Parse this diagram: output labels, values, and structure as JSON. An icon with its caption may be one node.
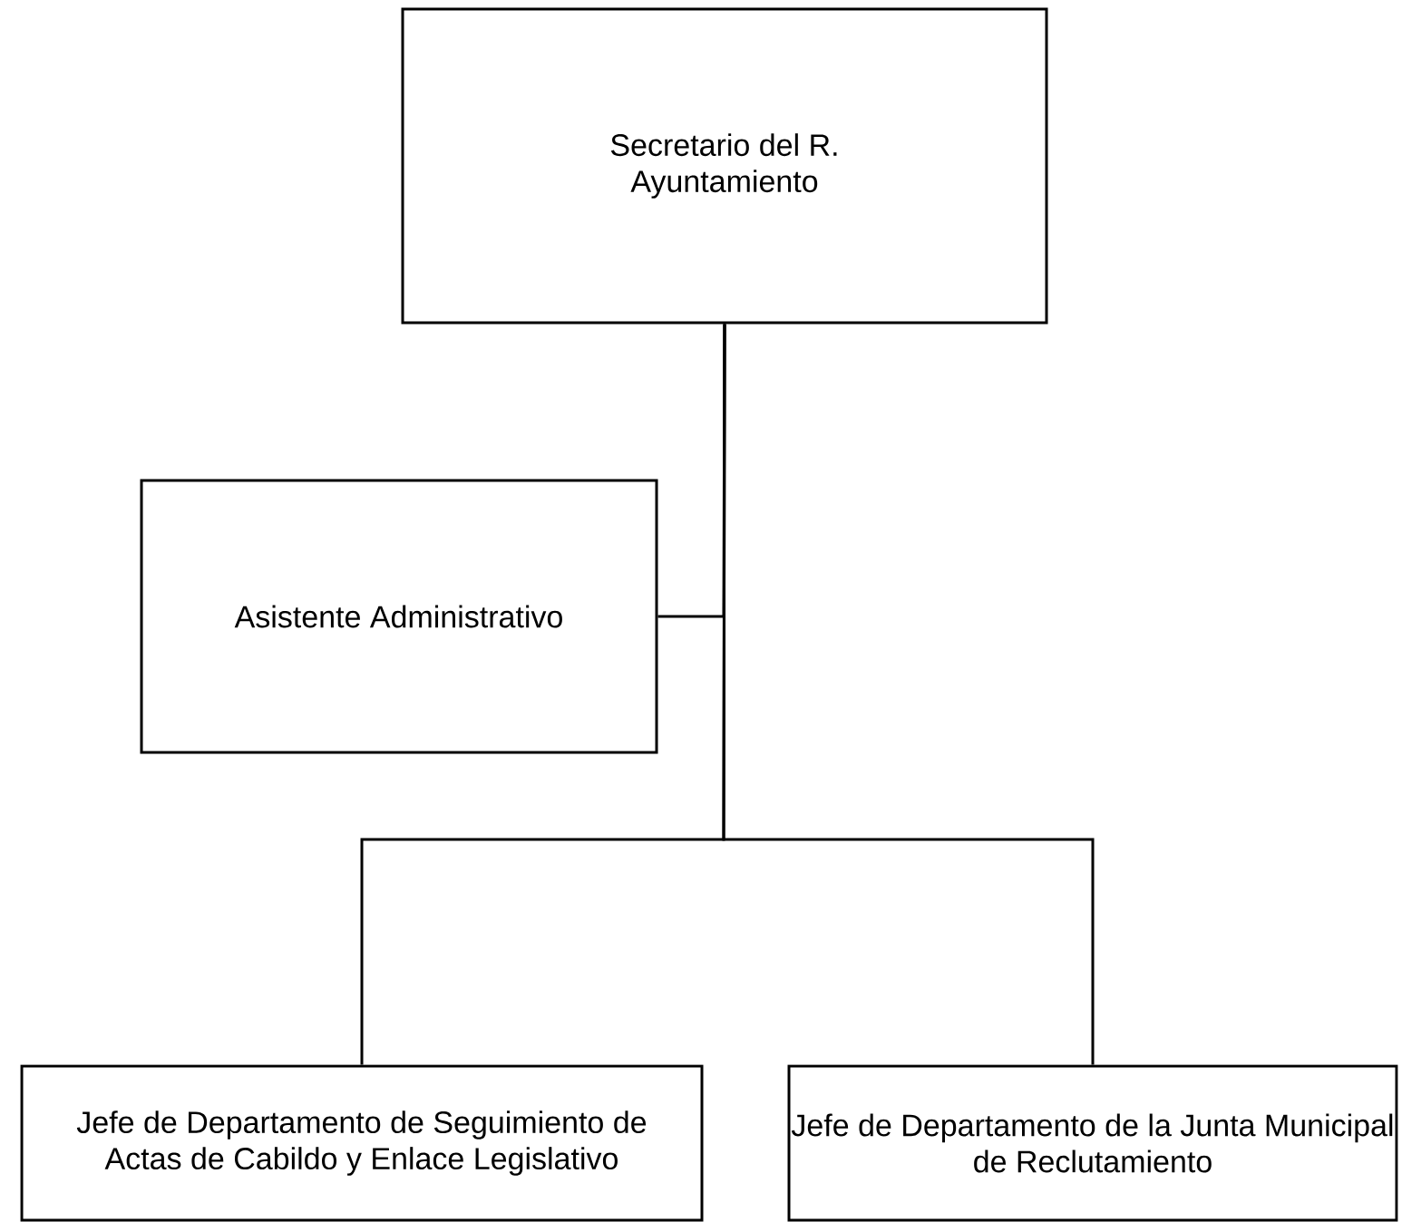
{
  "diagram": {
    "nodes": [
      {
        "text": [
          "Secretario del R. Ayuntamiento"
        ]
      },
      {
        "text": [
          "Asistente Administrativo"
        ]
      },
      {
        "text": [
          "Jefe de Departamento de Seguimiento de Actas de Cabildo y Enlace Legislativo"
        ]
      },
      {
        "text": [
          "Jefe de Departamento de la Junta Municipal de Reclutamiento"
        ]
      }
    ],
    "edges": [
      {
        "from": 0,
        "to": 1,
        "arrow": "none"
      },
      {
        "from": 0,
        "to": 2,
        "arrow": "none"
      },
      {
        "from": 0,
        "to": 3,
        "arrow": "none"
      }
    ]
  }
}
